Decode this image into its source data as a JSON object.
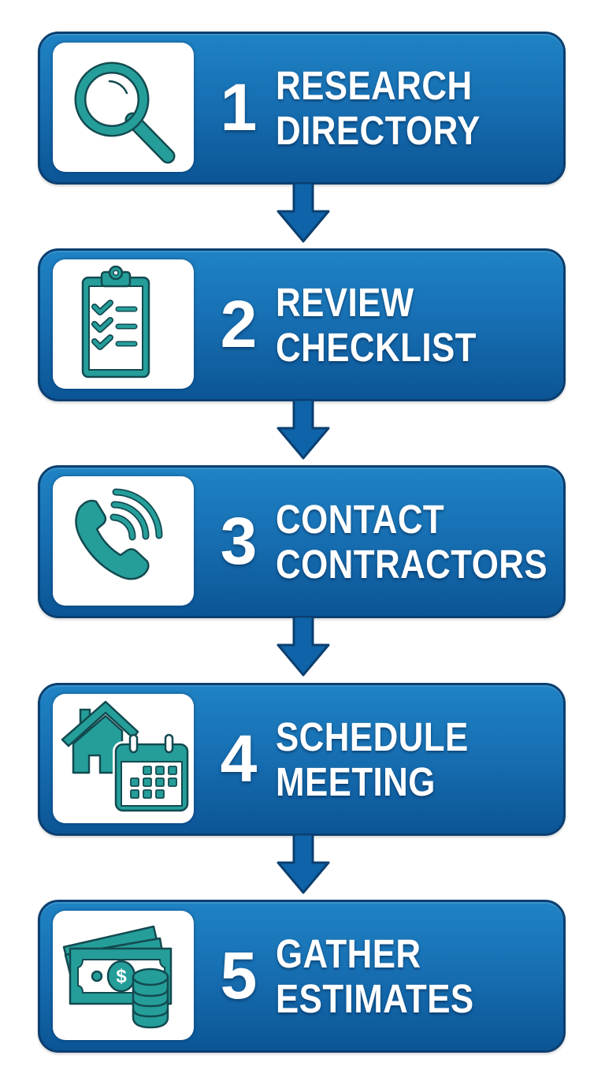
{
  "diagram": {
    "type": "vertical-process-flow",
    "colors": {
      "box_top": "#1f83c4",
      "box_bottom": "#0b5596",
      "box_border": "#0b3f70",
      "icon_fill": "#259e9a",
      "icon_outline": "#134a50",
      "text": "#ffffff",
      "background": "#ffffff"
    },
    "steps": [
      {
        "number": "1",
        "line1": "RESEARCH",
        "line2": "DIRECTORY",
        "icon": "magnifying-glass-icon"
      },
      {
        "number": "2",
        "line1": "REVIEW",
        "line2": "CHECKLIST",
        "icon": "clipboard-checklist-icon"
      },
      {
        "number": "3",
        "line1": "CONTACT",
        "line2": "CONTRACTORS",
        "icon": "phone-ringing-icon"
      },
      {
        "number": "4",
        "line1": "SCHEDULE",
        "line2": "MEETING",
        "icon": "house-calendar-icon"
      },
      {
        "number": "5",
        "line1": "GATHER",
        "line2": "ESTIMATES",
        "icon": "money-coins-icon"
      }
    ],
    "connectors": [
      {
        "from": "1",
        "to": "2",
        "icon": "arrow-down-icon"
      },
      {
        "from": "2",
        "to": "3",
        "icon": "arrow-down-icon"
      },
      {
        "from": "3",
        "to": "4",
        "icon": "arrow-down-icon"
      },
      {
        "from": "4",
        "to": "5",
        "icon": "arrow-down-icon"
      }
    ]
  }
}
